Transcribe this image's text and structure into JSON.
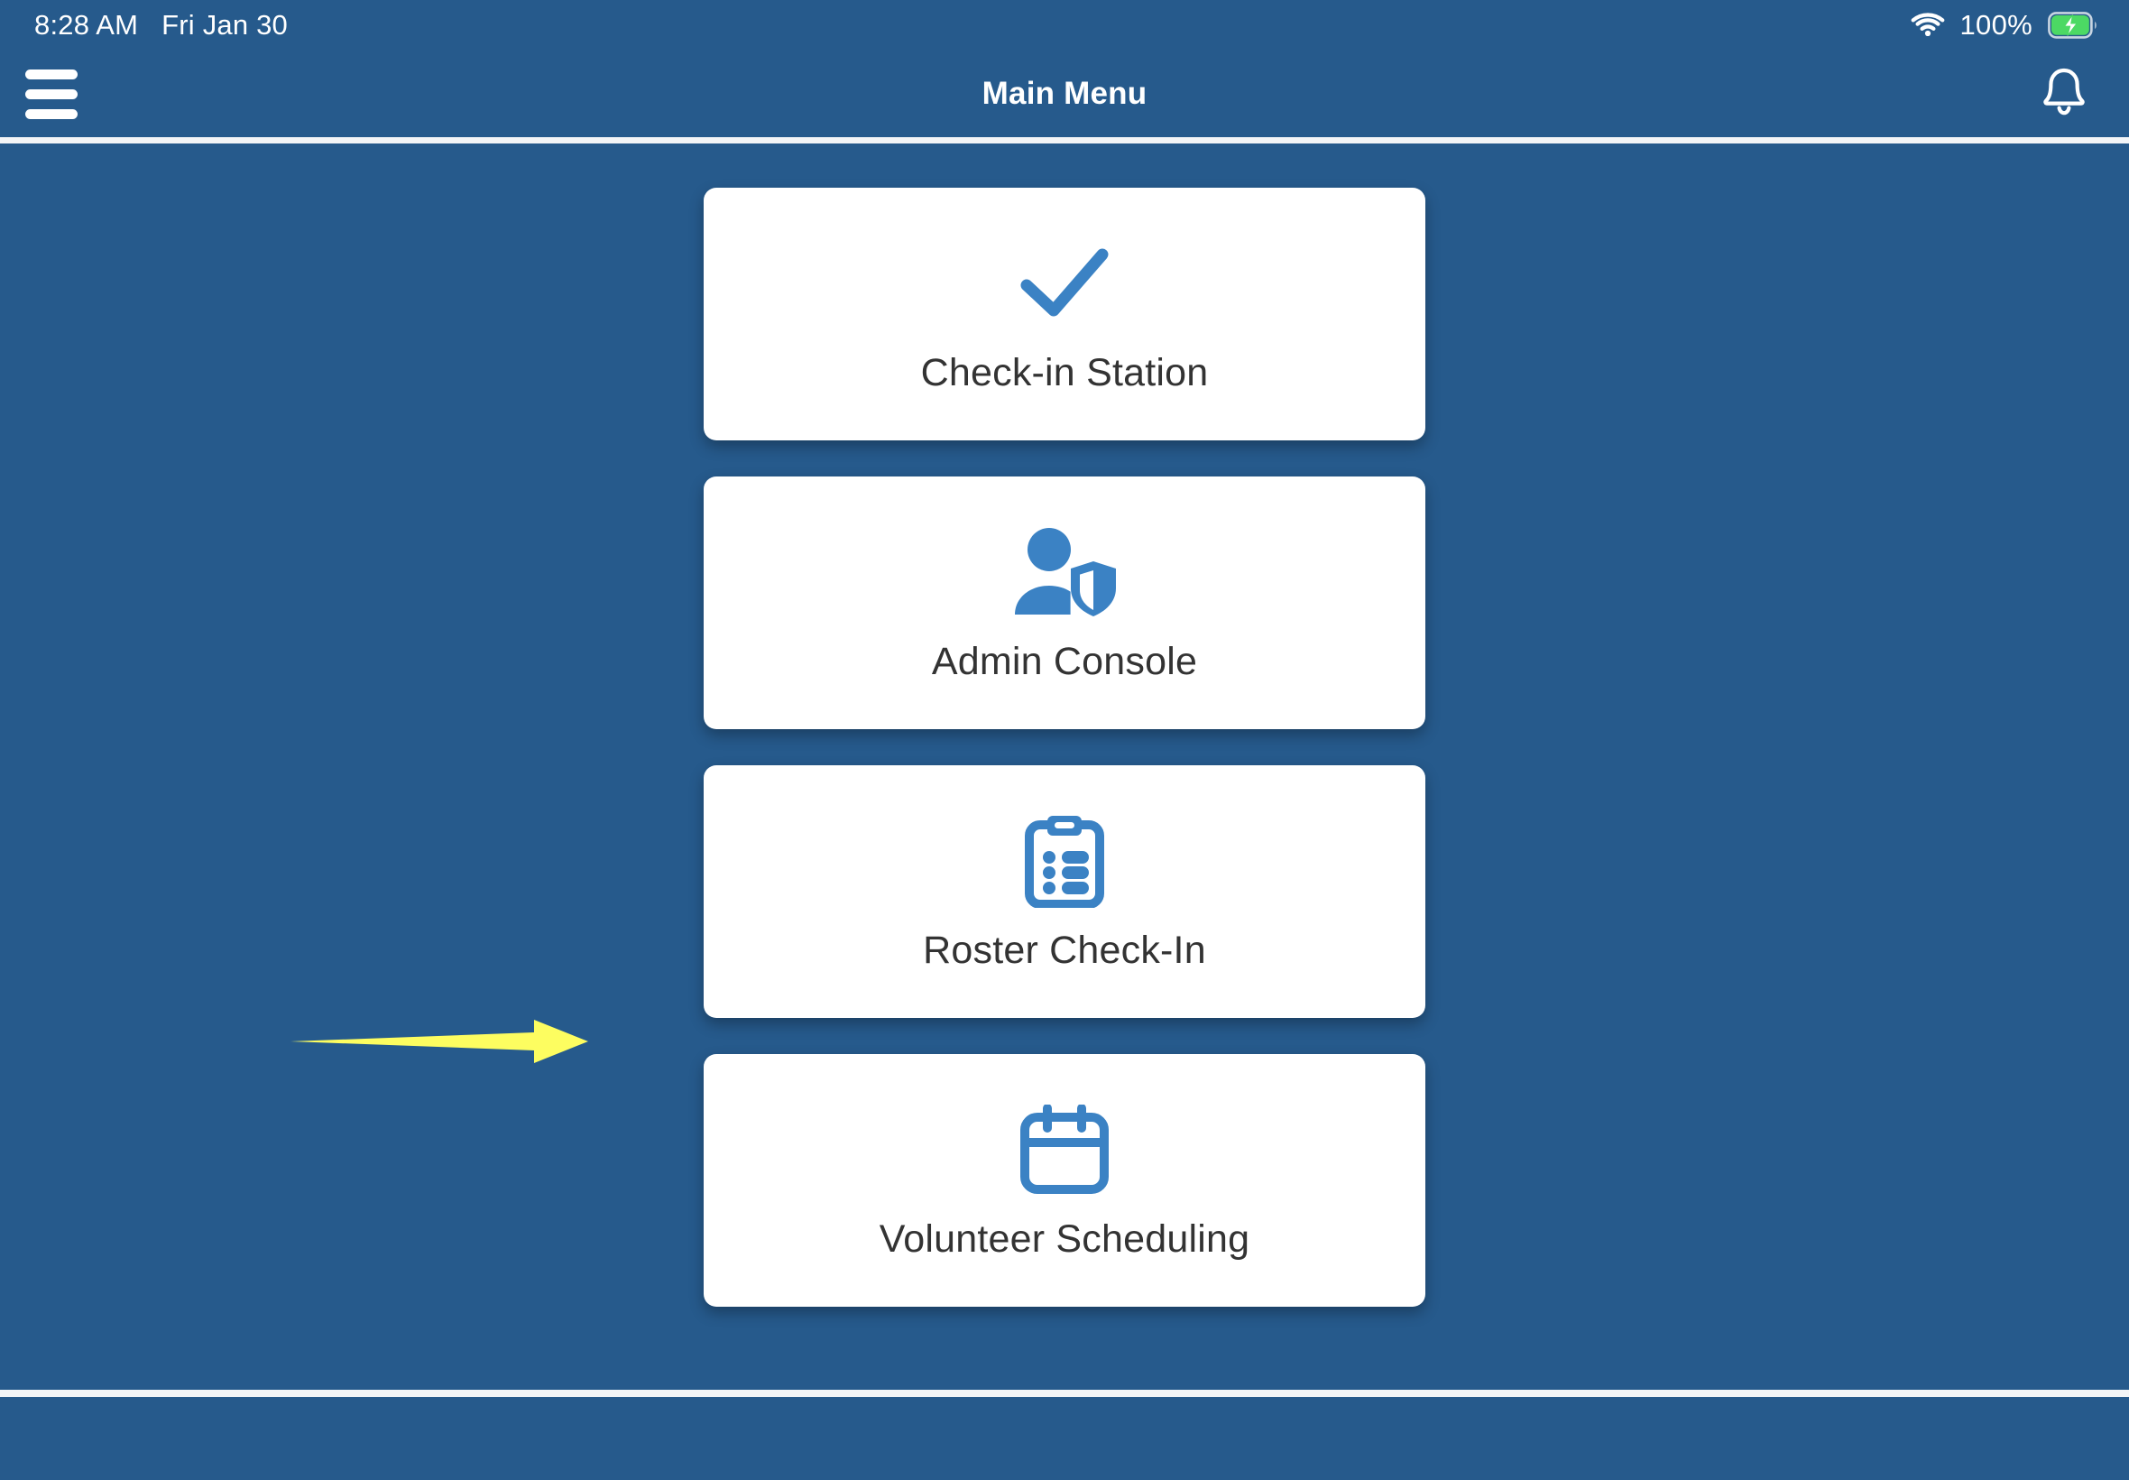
{
  "theme": {
    "background": "#265a8c",
    "card_background": "#ffffff",
    "icon_accent": "#3b82c4",
    "label_color": "#333333",
    "annotation_color": "#fdfd60",
    "battery_color": "#4cd964"
  },
  "status_bar": {
    "time": "8:28 AM",
    "date": "Fri Jan 30",
    "wifi_icon": "wifi-icon",
    "battery_percent": "100%",
    "battery_icon": "battery-charging-icon"
  },
  "nav_bar": {
    "menu_icon": "hamburger-menu-icon",
    "title": "Main Menu",
    "notification_icon": "bell-icon"
  },
  "main": {
    "cards": [
      {
        "label": "Check-in Station",
        "icon": "check-icon"
      },
      {
        "label": "Admin Console",
        "icon": "user-shield-icon"
      },
      {
        "label": "Roster Check-In",
        "icon": "clipboard-list-icon"
      },
      {
        "label": "Volunteer Scheduling",
        "icon": "calendar-icon"
      }
    ]
  },
  "annotation": {
    "type": "arrow",
    "direction": "right",
    "points_to": "Roster Check-In",
    "color": "#fdfd60"
  }
}
